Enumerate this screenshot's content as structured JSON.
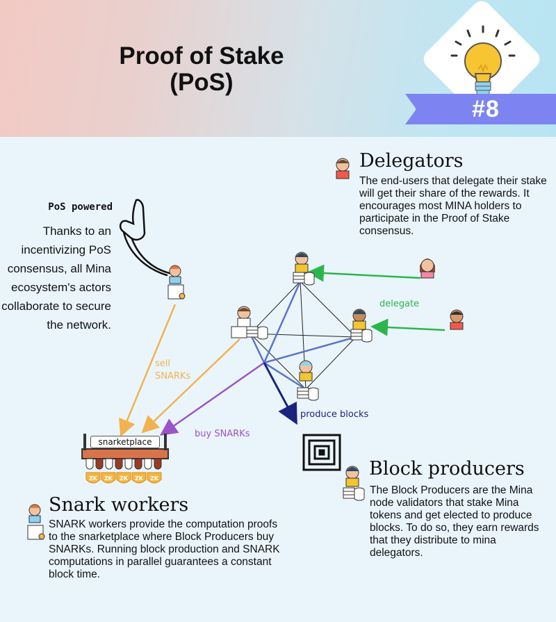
{
  "header": {
    "title_line1": "Proof of Stake",
    "title_line2": "(PoS)",
    "badge": "#8",
    "colors": {
      "badge": "#7d84f1",
      "bulb": "#f7c531"
    }
  },
  "pos_section": {
    "heading": "PoS powered",
    "text": "Thanks to an incentivizing PoS consensus, all Mina ecosystem's actors collaborate to secure the network."
  },
  "delegators": {
    "heading": "Delegators",
    "text": "The end-users that delegate their stake will get their share of the rewards. It encourages most MINA holders to participate in the Proof of Stake consensus."
  },
  "block_producers": {
    "heading": "Block producers",
    "text": "The Block Producers are the Mina node validators that stake Mina tokens and get elected to produce blocks. To do so, they earn rewards that they distribute to mina delegators."
  },
  "snark_workers": {
    "heading": "Snark workers",
    "text": "SNARK workers provide the computation proofs to the snarketplace where Block Producers buy SNARKs. Running block production and SNARK computations in parallel guarantees a constant block time."
  },
  "diagram": {
    "sell_line1": "sell",
    "sell_line2": "SNARKs",
    "buy_label": "buy SNARKs",
    "produce_label": "produce blocks",
    "delegate_label": "delegate",
    "marketplace_label": "snarketplace",
    "zk_token": "ZK",
    "colors": {
      "sell": "#f1b24f",
      "buy": "#9a53c9",
      "produce": "#1a237e",
      "delegate": "#2bb54c",
      "network": "#5b73c9"
    },
    "icons": [
      "delegator-avatar-icon",
      "block-producer-avatar-icon",
      "server-node-icon",
      "snark-worker-avatar-icon",
      "marketplace-stall-icon",
      "zk-shield-icon",
      "block-icon",
      "pointing-hand-icon",
      "lightbulb-icon"
    ]
  }
}
